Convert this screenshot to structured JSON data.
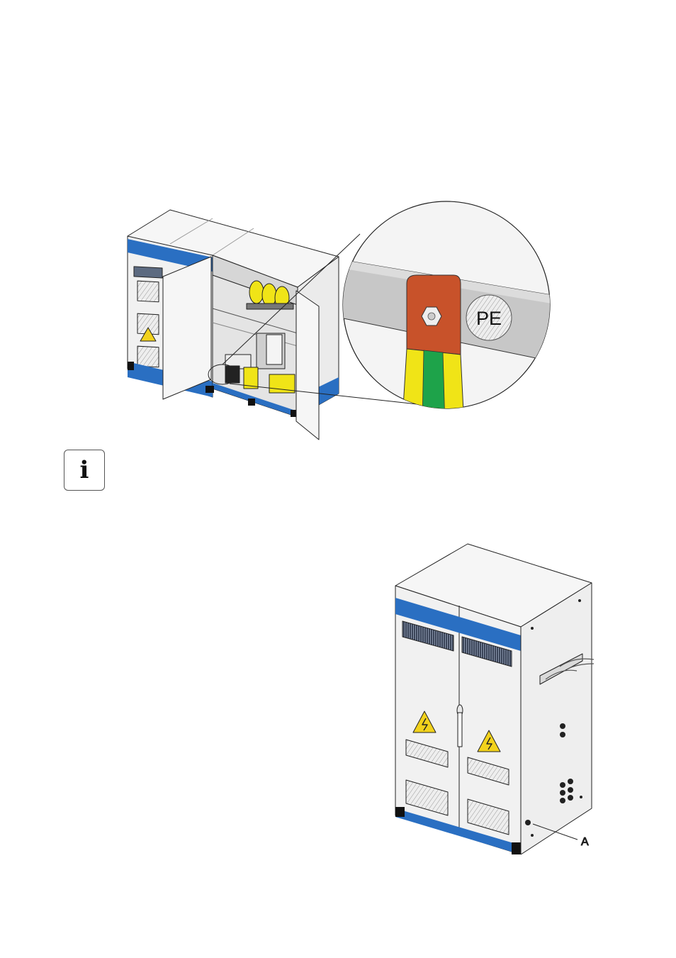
{
  "figure_top": {
    "detail_label": "PE",
    "colors": {
      "panel": "#f3f3f3",
      "outline": "#222222",
      "blue_band": "#2a6fc2",
      "copper": "#c8522a",
      "yellow": "#f0e417",
      "green": "#1ea34a",
      "warning": "#f2d21c"
    }
  },
  "info_icon": {
    "glyph": "i",
    "icon": "info-icon"
  },
  "figure_bottom": {
    "callout_label": "A",
    "colors": {
      "panel": "#f3f3f3",
      "outline": "#222222",
      "blue_band": "#2a6fc2",
      "warning": "#f2d21c"
    }
  }
}
